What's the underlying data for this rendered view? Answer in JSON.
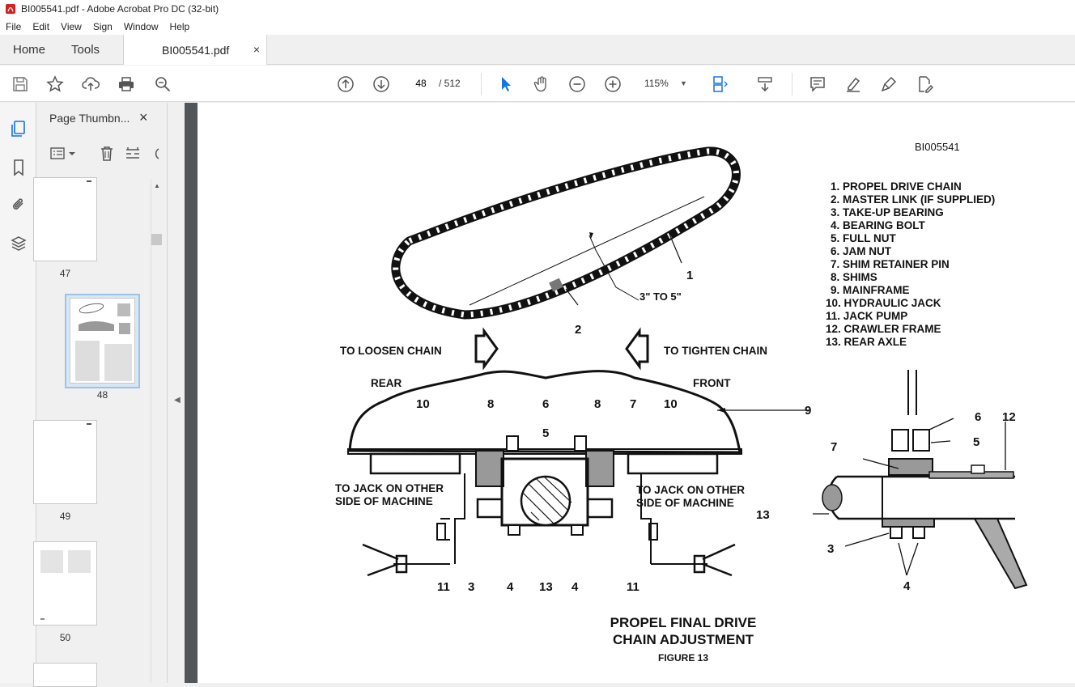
{
  "window": {
    "title": "BI005541.pdf - Adobe Acrobat Pro DC (32-bit)"
  },
  "menu": [
    "File",
    "Edit",
    "View",
    "Sign",
    "Window",
    "Help"
  ],
  "tabs": {
    "home": "Home",
    "tools": "Tools",
    "document": "BI005541.pdf",
    "close": "×"
  },
  "toolbar": {
    "current_page": "48",
    "total_pages": "/ 512",
    "zoom": "115%",
    "icons": [
      "save-icon",
      "star-icon",
      "upload-icon",
      "print-icon",
      "search-zoom-icon",
      "page-up-icon",
      "page-down-icon",
      "select-cursor-icon",
      "hand-icon",
      "zoom-out-icon",
      "zoom-in-icon",
      "fit-page-icon",
      "scroll-mode-icon",
      "comment-icon",
      "highlight-icon",
      "sign-icon",
      "edit-pdf-icon"
    ]
  },
  "thumbnails": {
    "header": "Page Thumbn...",
    "close": "×",
    "pages": [
      {
        "label": "47"
      },
      {
        "label": "48",
        "selected": true
      },
      {
        "label": "49"
      },
      {
        "label": "50"
      }
    ]
  },
  "document": {
    "doc_id": "BI005541",
    "legend": [
      "1.  PROPEL DRIVE CHAIN",
      "2.  MASTER LINK (IF SUPPLIED)",
      "3.  TAKE-UP BEARING",
      "4.  BEARING BOLT",
      "5.  FULL NUT",
      "6.  JAM NUT",
      "7.  SHIM RETAINER PIN",
      "8.  SHIMS",
      "9.  MAINFRAME",
      "10.  HYDRAULIC JACK",
      "11.  JACK PUMP",
      "12.  CRAWLER FRAME",
      "13.  REAR AXLE"
    ],
    "labels": {
      "dimension": "3\" TO 5\"",
      "loosen": "TO LOOSEN CHAIN",
      "tighten": "TO TIGHTEN CHAIN",
      "rear": "REAR",
      "front": "FRONT",
      "jack_left_1": "TO JACK ON OTHER",
      "jack_left_2": "SIDE OF MACHINE",
      "jack_right_1": "TO JACK ON OTHER",
      "jack_right_2": "SIDE OF MACHINE"
    },
    "callouts": {
      "c1": "1",
      "c2": "2",
      "c3": "3",
      "c4a": "4",
      "c4b": "4",
      "c5": "5",
      "c6": "6",
      "c7": "7",
      "c8a": "8",
      "c8b": "8",
      "c9": "9",
      "c10a": "10",
      "c10b": "10",
      "c11a": "11",
      "c11b": "11",
      "c13": "13",
      "r6": "6",
      "r5": "5",
      "r7": "7",
      "r12": "12",
      "r13": "13",
      "r3": "3",
      "r4": "4"
    },
    "caption_line1": "PROPEL FINAL DRIVE",
    "caption_line2": "CHAIN ADJUSTMENT",
    "figure": "FIGURE 13"
  }
}
